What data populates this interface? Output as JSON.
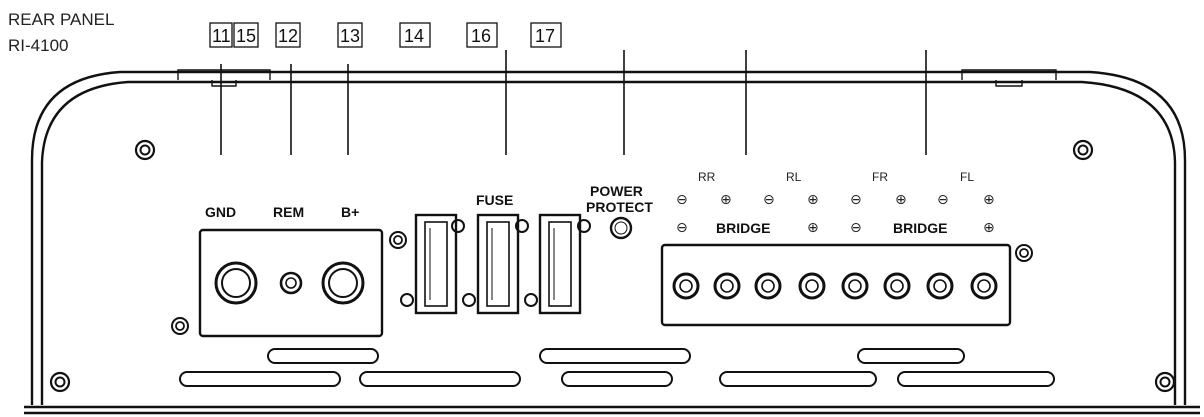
{
  "header": {
    "line1": "REAR PANEL",
    "line2": "RI-4100"
  },
  "callouts": [
    "11",
    "15",
    "12",
    "13",
    "14",
    "16",
    "17"
  ],
  "labels": {
    "gnd": "GND",
    "rem": "REM",
    "bplus": "B+",
    "fuse": "FUSE",
    "power_protect_1": "POWER",
    "power_protect_2": "PROTECT",
    "bridge": "BRIDGE"
  },
  "channels": [
    "RR",
    "RL",
    "FR",
    "FL"
  ],
  "symbols": {
    "minus": "⊖",
    "plus": "⊕"
  }
}
